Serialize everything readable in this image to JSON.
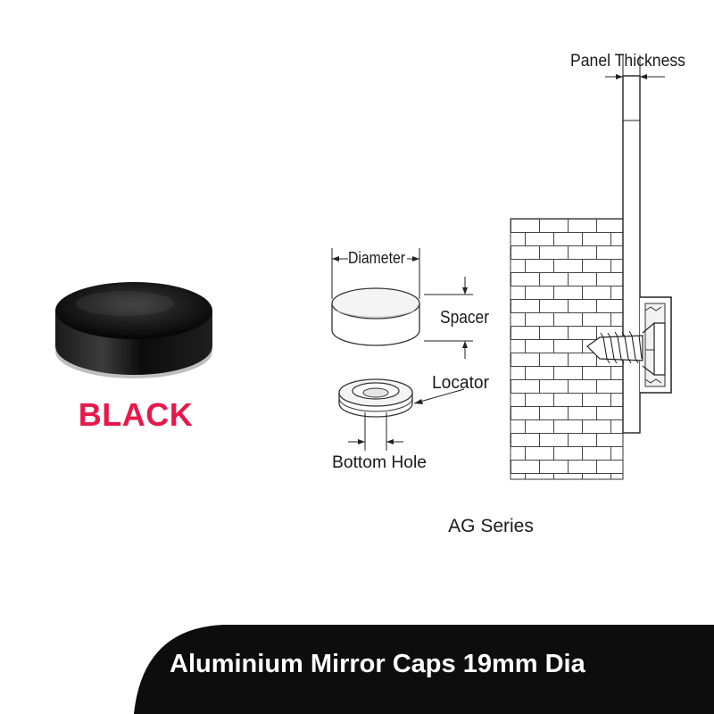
{
  "product": {
    "title": "Aluminium Mirror Caps 19mm Dia",
    "color_name": "BLACK",
    "series": "AG Series"
  },
  "diagram": {
    "labels": {
      "panel_thickness": "Panel Thickness",
      "diameter": "Diameter",
      "spacer": "Spacer",
      "locator": "Locator",
      "bottom_hole": "Bottom Hole"
    }
  },
  "colors": {
    "accent": "#e8174a",
    "banner": "#0d0d0d",
    "cap": "#0a0a0a",
    "line": "#1a1a1a"
  }
}
